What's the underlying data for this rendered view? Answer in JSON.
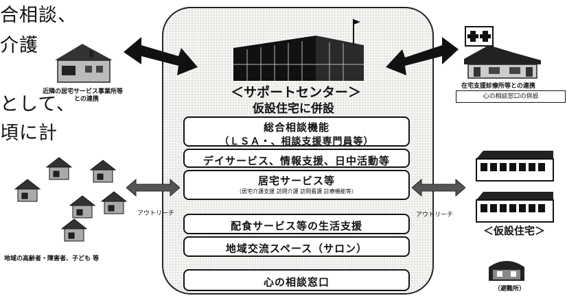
{
  "background_text": [
    "合相談、",
    "介護",
    "として、",
    "頃に計"
  ],
  "center": {
    "title": "＜サポートセンター＞",
    "subtitle": "仮設住宅に併設"
  },
  "services": [
    {
      "main": "総合相談機能",
      "sub": "（ＬＳＡ・、相談支援専門員等）"
    },
    {
      "main": "デイサービス、情報支援、日中活動等"
    },
    {
      "main": "居宅サービス等",
      "small": "（居宅介護支援  訪問介護  訪問看護  診療機能等）"
    },
    {
      "main": "配食サービス等の生活支援"
    },
    {
      "main": "地域交流スペース（サロン）"
    },
    {
      "main": "心の相談窓口"
    }
  ],
  "left_top_label": [
    "近隣の居宅サービス事業所等",
    "との連携"
  ],
  "right_top_label": "在宅支援診療所等との連携",
  "right_top_box": "心の相談窓口の併設",
  "left_bottom_label": "地域の高齢者・障害者、子ども 等",
  "outreach_left": "アウトリーチ",
  "outreach_right": "アウトリーチ",
  "right_bottom_label": "＜仮設住宅＞",
  "shelter_label": "（避難所）"
}
